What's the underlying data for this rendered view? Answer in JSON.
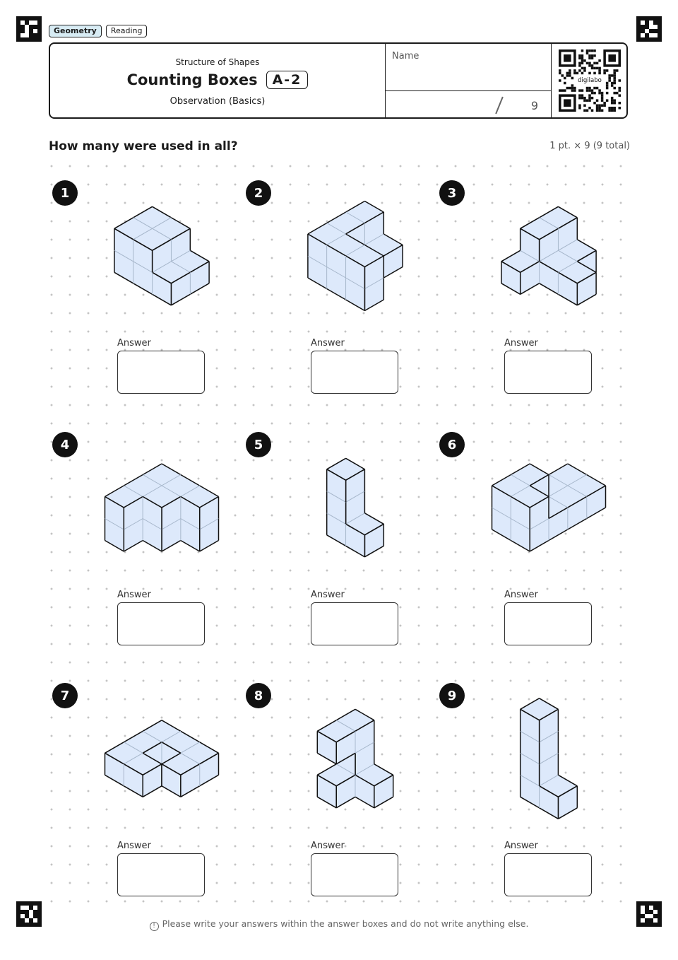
{
  "tags": [
    "Geometry",
    "Reading"
  ],
  "header": {
    "subtitle": "Structure of Shapes",
    "title": "Counting Boxes",
    "code": "A-2",
    "description": "Observation (Basics)",
    "name_label": "Name",
    "score_total": "9",
    "qr_label": "digilabo"
  },
  "question": "How many were used in all?",
  "points": "1 pt. × 9 (9 total)",
  "answer_label": "Answer",
  "problems": [
    {
      "number": "1",
      "cubes": [
        [
          0,
          0,
          0
        ],
        [
          0,
          0,
          1
        ],
        [
          0,
          1,
          0
        ],
        [
          0,
          1,
          1
        ],
        [
          1,
          0,
          0
        ],
        [
          1,
          0,
          1
        ],
        [
          1,
          1,
          0
        ],
        [
          1,
          1,
          1
        ],
        [
          2,
          1,
          0
        ],
        [
          2,
          0,
          0
        ]
      ]
    },
    {
      "number": "2",
      "cubes": [
        [
          0,
          0,
          0
        ],
        [
          0,
          0,
          1
        ],
        [
          0,
          1,
          0
        ],
        [
          0,
          1,
          1
        ],
        [
          0,
          2,
          0
        ],
        [
          0,
          2,
          1
        ],
        [
          1,
          0,
          0
        ],
        [
          1,
          1,
          0
        ],
        [
          1,
          2,
          0
        ],
        [
          1,
          2,
          1
        ],
        [
          2,
          2,
          0
        ],
        [
          2,
          2,
          1
        ]
      ]
    },
    {
      "number": "3",
      "cubes": [
        [
          0,
          0,
          0
        ],
        [
          1,
          0,
          0
        ],
        [
          2,
          0,
          0
        ],
        [
          1,
          1,
          0
        ],
        [
          2,
          1,
          0
        ],
        [
          3,
          1,
          0
        ],
        [
          1,
          2,
          0
        ],
        [
          1,
          0,
          1
        ],
        [
          1,
          1,
          1
        ]
      ]
    },
    {
      "number": "4",
      "cubes": [
        [
          0,
          0,
          0
        ],
        [
          0,
          0,
          1
        ],
        [
          0,
          1,
          0
        ],
        [
          0,
          1,
          1
        ],
        [
          0,
          2,
          0
        ],
        [
          0,
          2,
          1
        ],
        [
          1,
          0,
          0
        ],
        [
          1,
          0,
          1
        ],
        [
          2,
          0,
          0
        ],
        [
          2,
          0,
          1
        ],
        [
          1,
          1,
          0
        ],
        [
          1,
          1,
          1
        ]
      ]
    },
    {
      "number": "5",
      "cubes": [
        [
          0,
          0,
          0
        ],
        [
          0,
          0,
          1
        ],
        [
          0,
          0,
          2
        ],
        [
          1,
          0,
          0
        ]
      ]
    },
    {
      "number": "6",
      "cubes": [
        [
          0,
          0,
          0
        ],
        [
          0,
          1,
          0
        ],
        [
          0,
          2,
          0
        ],
        [
          0,
          2,
          1
        ],
        [
          0,
          3,
          0
        ],
        [
          0,
          3,
          1
        ],
        [
          1,
          0,
          0
        ],
        [
          1,
          1,
          0
        ],
        [
          1,
          2,
          0
        ],
        [
          1,
          3,
          0
        ],
        [
          1,
          3,
          1
        ]
      ]
    },
    {
      "number": "7",
      "cubes": [
        [
          0,
          0,
          0
        ],
        [
          0,
          1,
          0
        ],
        [
          0,
          2,
          0
        ],
        [
          1,
          0,
          0
        ],
        [
          2,
          0,
          0
        ],
        [
          1,
          2,
          0
        ],
        [
          2,
          1,
          0
        ]
      ]
    },
    {
      "number": "8",
      "cubes": [
        [
          0,
          0,
          0
        ],
        [
          0,
          1,
          0
        ],
        [
          1,
          0,
          0
        ],
        [
          0,
          0,
          1
        ],
        [
          0,
          0,
          2
        ],
        [
          0,
          1,
          2
        ]
      ]
    },
    {
      "number": "9",
      "cubes": [
        [
          0,
          0,
          0
        ],
        [
          0,
          0,
          1
        ],
        [
          0,
          0,
          2
        ],
        [
          0,
          0,
          3
        ],
        [
          1,
          0,
          0
        ]
      ]
    }
  ],
  "footer": "Please write your answers within the answer boxes and do not write anything else.",
  "colors": {
    "cube_fill": "#dde9fb",
    "stroke": "#111111",
    "inner_line": "#a8b8cc",
    "badge": "#111111"
  }
}
